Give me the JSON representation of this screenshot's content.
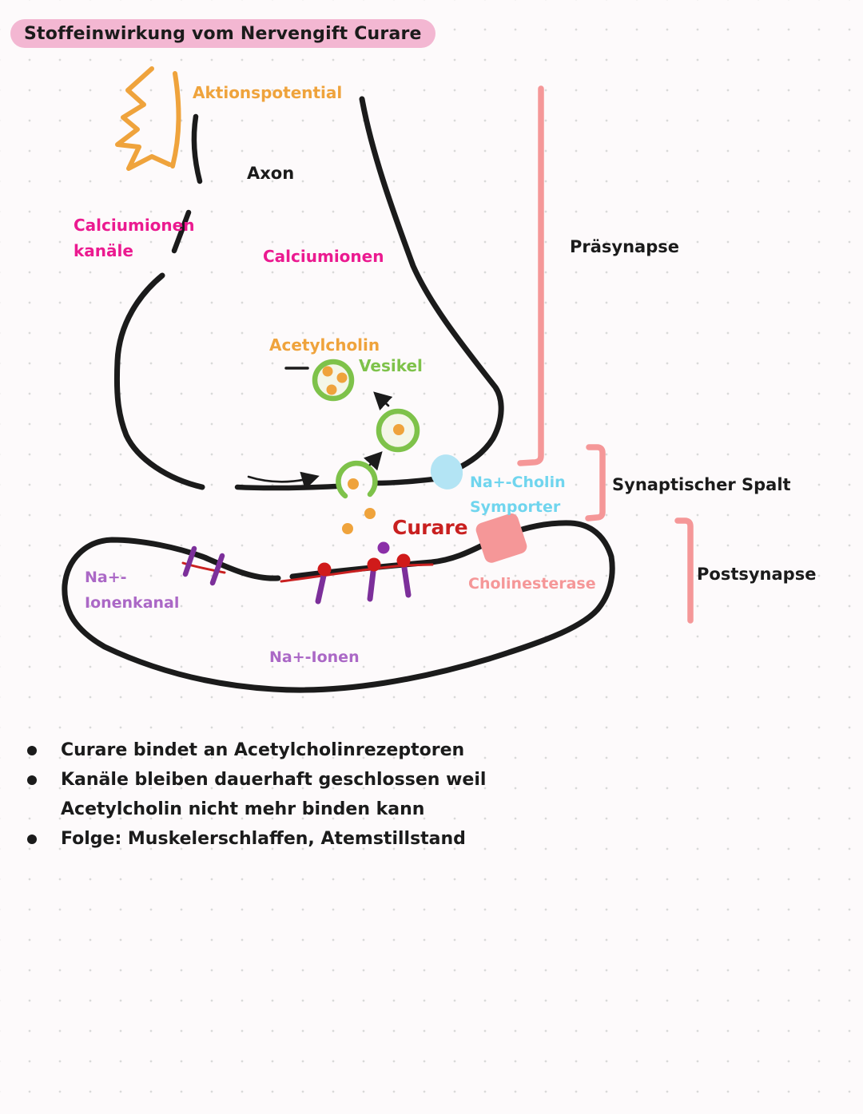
{
  "title": "Stoffeinwirkung vom Nervengift Curare",
  "colors": {
    "highlight_pink": "#f3b7d2",
    "ink": "#1b1b1b",
    "orange": "#efa33c",
    "magenta": "#eb1a90",
    "green": "#7ec24a",
    "cyan": "#70d5ee",
    "red": "#c92020",
    "receptor_red": "#d01a1a",
    "salmon": "#f59798",
    "lavender": "#ab68c6",
    "purple": "#7c2f9a",
    "purple_dot": "#8b2fa8",
    "light_blue": "#b3e4f4",
    "vesicle_fill": "#f4f6e8"
  },
  "diagram": {
    "labels": {
      "aktionspotential": "Aktionspotential",
      "axon": "Axon",
      "calcium_channel_line1": "Calciumionen",
      "calcium_channel_line2": "kanäle",
      "calciumionen": "Calciumionen",
      "acetylcholin": "Acetylcholin",
      "vesikel": "Vesikel",
      "symporter_line1": "Na+-Cholin",
      "symporter_line2": "Symporter",
      "curare": "Curare",
      "cholinesterase": "Cholinesterase",
      "na_kanal_line1": "Na+-",
      "na_kanal_line2": "Ionenkanal",
      "na_ionen": "Na+-Ionen",
      "praesynapse": "Präsynapse",
      "synaptischer_spalt": "Synaptischer Spalt",
      "postsynapse": "Postsynapse"
    }
  },
  "notes": {
    "items": [
      {
        "line1": "Curare bindet an Acetylcholinrezeptoren",
        "line2": ""
      },
      {
        "line1": "Kanäle bleiben dauerhaft geschlossen weil",
        "line2": "Acetylcholin nicht mehr binden kann"
      },
      {
        "line1": "Folge: Muskelerschlaffen, Atemstillstand",
        "line2": ""
      }
    ]
  }
}
